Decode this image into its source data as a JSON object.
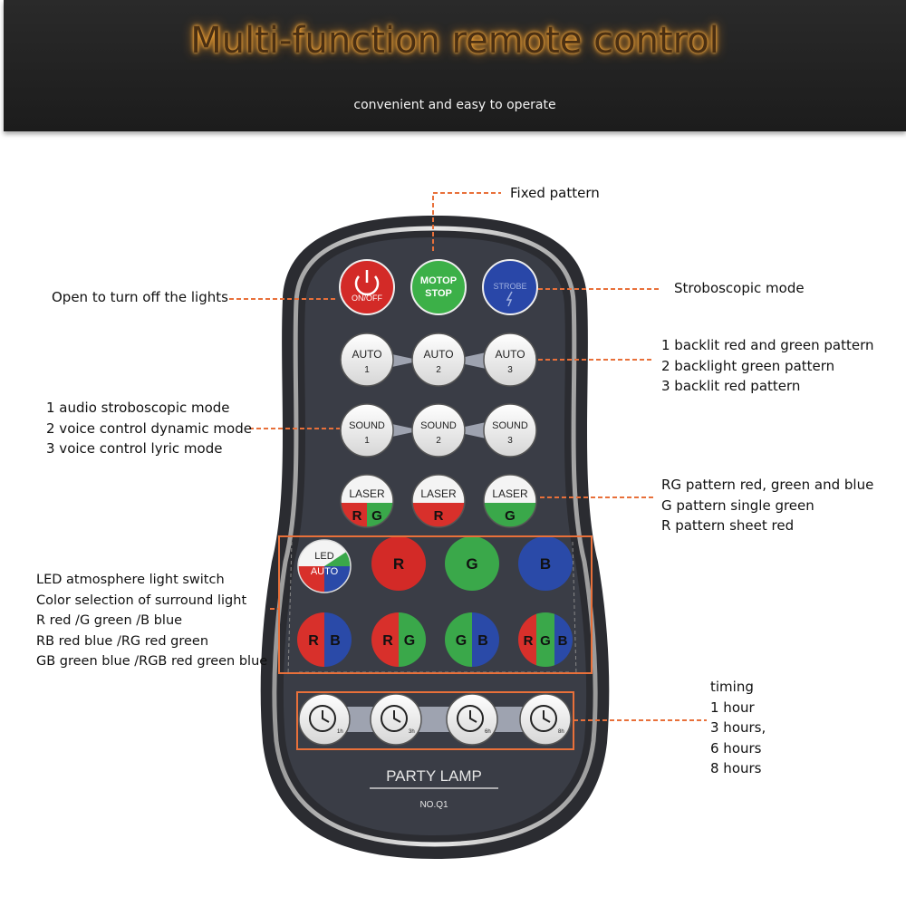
{
  "banner": {
    "title": "Multi-function remote control",
    "subtitle": "convenient and easy to operate"
  },
  "callouts": {
    "fixed_pattern": "Fixed pattern",
    "power": "Open to turn off the lights",
    "strobe": "Stroboscopic mode",
    "auto": [
      "1 backlit red and green pattern",
      "2 backlight green pattern",
      "3 backlit red pattern"
    ],
    "sound": [
      "1 audio stroboscopic mode",
      "2 voice control dynamic mode",
      "3 voice control lyric mode"
    ],
    "laser": [
      "RG pattern red, green and blue",
      "G pattern single  green",
      "R pattern sheet red"
    ],
    "led": [
      "LED atmosphere light switch",
      "Color selection of surround light",
      "R red /G green /B blue",
      "RB red blue /RG red green",
      "GB green blue /RGB red green blue"
    ],
    "timing": [
      "timing",
      "1 hour",
      "3 hours,",
      "6 hours",
      "8 hours"
    ]
  },
  "remote": {
    "on_off": "ON/OFF",
    "motop": "MOTOP",
    "stop": "STOP",
    "strobe": "STROBE",
    "auto": "AUTO",
    "sound": "SOUND",
    "n1": "1",
    "n2": "2",
    "n3": "3",
    "laser": "LASER",
    "rg_r": "R",
    "rg_g": "G",
    "r": "R",
    "g": "G",
    "led": "LED",
    "led_auto": "AUTO",
    "color_r": "R",
    "color_g": "G",
    "color_b": "B",
    "rb_r": "R",
    "rb_b": "B",
    "rg2_r": "R",
    "rg2_g": "G",
    "gb_g": "G",
    "gb_b": "B",
    "rgb_r": "R",
    "rgb_g": "G",
    "rgb_b": "B",
    "timer_1": "1h",
    "timer_3": "3h",
    "timer_6": "6h",
    "timer_8": "8h",
    "brand": "PARTY  LAMP",
    "model": "NO.Q1"
  },
  "colors": {
    "callout_line": "#e8703a",
    "body": "#3a3d46",
    "red": "#d8302b",
    "green": "#3aa84a",
    "blue": "#2a4aa8"
  }
}
